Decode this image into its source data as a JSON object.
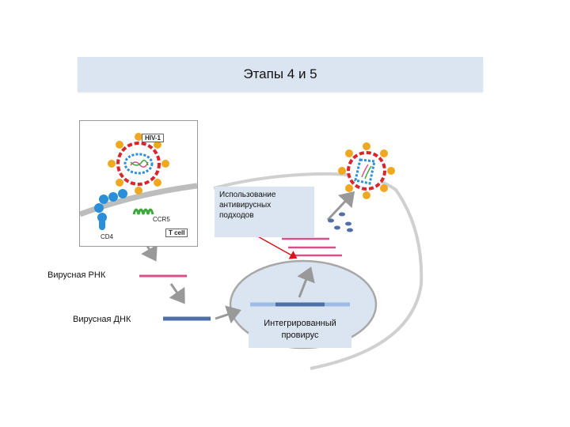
{
  "title": "Этапы 4 и 5",
  "inset": {
    "virus_label": "HIV-1",
    "receptor_label": "CCR5",
    "cd4_label": "CD4",
    "cell_label": "T cell"
  },
  "callout": {
    "line1": "Использование",
    "line2": "антивирусных",
    "line3": "подходов"
  },
  "labels": {
    "viral_rna": "Вирусная РНК",
    "viral_dna": "Вирусная ДНК",
    "provirus_line1": "Интегрированный",
    "provirus_line2": "провирус"
  },
  "colors": {
    "title_bg": "#dbe5f1",
    "rna": "#d8508a",
    "dna": "#4f6fa8",
    "host_dna": "#9bbde6",
    "arrow": "#999999",
    "red_arrow": "#e0101a",
    "membrane": "#d0d0d0",
    "virus_envelope": "#d8262d",
    "virus_spike": "#f0a820",
    "capsid": "#2f8fd8",
    "cd4_receptor": "#2a8fd8",
    "ccr5_receptor": "#3aa83a"
  }
}
